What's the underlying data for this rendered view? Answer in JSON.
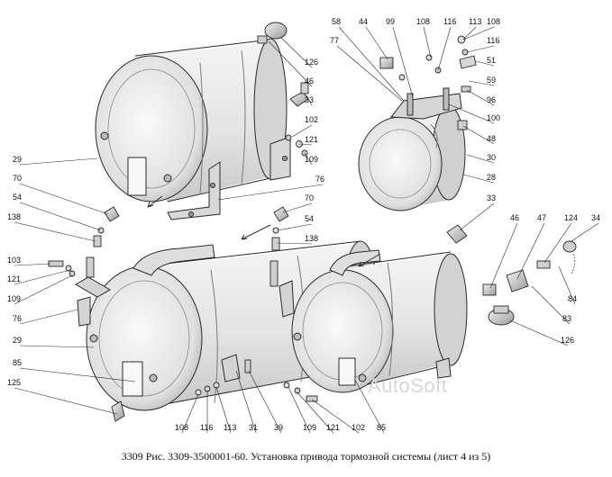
{
  "caption": "3309 Рис. 3309-3500001-60. Установка привода тормозной системы (лист 4 из 5)",
  "watermark": "AutoSoft",
  "colors": {
    "line": "#2a2a2a",
    "metal": "#e6e6e6",
    "shadow": "#bfbfbf"
  },
  "callouts": [
    {
      "id": "c-126-top",
      "label": "126"
    },
    {
      "id": "c-46-top",
      "label": "46"
    },
    {
      "id": "c-33-top",
      "label": "33"
    },
    {
      "id": "c-102-top",
      "label": "102"
    },
    {
      "id": "c-121-top",
      "label": "121"
    },
    {
      "id": "c-109-top",
      "label": "109"
    },
    {
      "id": "c-76-top",
      "label": "76"
    },
    {
      "id": "c-70-mid",
      "label": "70"
    },
    {
      "id": "c-54-mid",
      "label": "54"
    },
    {
      "id": "c-138-mid",
      "label": "138"
    },
    {
      "id": "c-29-top",
      "label": "29"
    },
    {
      "id": "c-70-left",
      "label": "70"
    },
    {
      "id": "c-54-left",
      "label": "54"
    },
    {
      "id": "c-138-left",
      "label": "138"
    },
    {
      "id": "c-103",
      "label": "103"
    },
    {
      "id": "c-121-left",
      "label": "121"
    },
    {
      "id": "c-109-left",
      "label": "109"
    },
    {
      "id": "c-76-left",
      "label": "76"
    },
    {
      "id": "c-29-left",
      "label": "29"
    },
    {
      "id": "c-85-left",
      "label": "85"
    },
    {
      "id": "c-125",
      "label": "125"
    },
    {
      "id": "c-58",
      "label": "58"
    },
    {
      "id": "c-44",
      "label": "44"
    },
    {
      "id": "c-99",
      "label": "99"
    },
    {
      "id": "c-108-top",
      "label": "108"
    },
    {
      "id": "c-116-top",
      "label": "116"
    },
    {
      "id": "c-113-top",
      "label": "113"
    },
    {
      "id": "c-108-tr",
      "label": "108"
    },
    {
      "id": "c-77",
      "label": "77"
    },
    {
      "id": "c-116-tr",
      "label": "116"
    },
    {
      "id": "c-51",
      "label": "51"
    },
    {
      "id": "c-59",
      "label": "59"
    },
    {
      "id": "c-96",
      "label": "96"
    },
    {
      "id": "c-100",
      "label": "100"
    },
    {
      "id": "c-48",
      "label": "48"
    },
    {
      "id": "c-30",
      "label": "30"
    },
    {
      "id": "c-28",
      "label": "28"
    },
    {
      "id": "c-33-right",
      "label": "33"
    },
    {
      "id": "c-46-right",
      "label": "46"
    },
    {
      "id": "c-47",
      "label": "47"
    },
    {
      "id": "c-124",
      "label": "124"
    },
    {
      "id": "c-34",
      "label": "34"
    },
    {
      "id": "c-84",
      "label": "84"
    },
    {
      "id": "c-83",
      "label": "83"
    },
    {
      "id": "c-126-right",
      "label": "126"
    },
    {
      "id": "c-108-bot",
      "label": "108"
    },
    {
      "id": "c-116-bot",
      "label": "116"
    },
    {
      "id": "c-113-bot",
      "label": "113"
    },
    {
      "id": "c-31",
      "label": "31"
    },
    {
      "id": "c-39",
      "label": "39"
    },
    {
      "id": "c-109-bot",
      "label": "109"
    },
    {
      "id": "c-121-bot",
      "label": "121"
    },
    {
      "id": "c-102-bot",
      "label": "102"
    },
    {
      "id": "c-85-bot",
      "label": "85"
    }
  ]
}
